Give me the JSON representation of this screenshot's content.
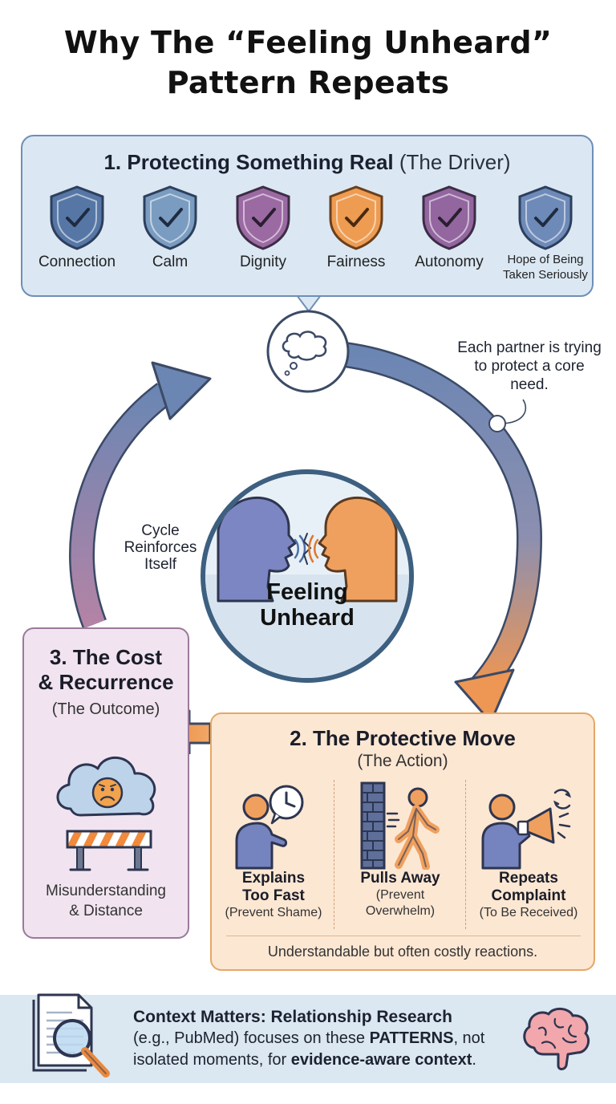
{
  "title": {
    "line1": "Why The “Feeling Unheard”",
    "line2": "Pattern Repeats"
  },
  "driver": {
    "heading": "1. Protecting Something Real",
    "heading_paren": "(The Driver)",
    "needs": [
      {
        "label": "Connection",
        "color": "#5677a6"
      },
      {
        "label": "Calm",
        "color": "#7a9cc0"
      },
      {
        "label": "Dignity",
        "color": "#9b6aa3"
      },
      {
        "label": "Fairness",
        "color": "#ee9c52"
      },
      {
        "label": "Autonomy",
        "color": "#9366a0"
      },
      {
        "label": "Hope of Being Taken Seriously",
        "color": "#6e8ab8"
      }
    ]
  },
  "cycle": {
    "center_line1": "Feeling",
    "center_line2": "Unheard",
    "note_right": "Each partner is trying to protect a core need.",
    "note_left": "Cycle Reinforces Itself",
    "colors": {
      "blue": "#6c86b3",
      "orange": "#ee9653",
      "purple": "#b483a5"
    }
  },
  "outcome": {
    "heading_line1": "3. The Cost",
    "heading_line2": "& Recurrence",
    "sub": "(The Outcome)",
    "caption_line1": "Misunderstanding",
    "caption_line2": "& Distance"
  },
  "action": {
    "heading": "2. The Protective Move",
    "sub": "(The Action)",
    "moves": [
      {
        "name_line1": "Explains",
        "name_line2": "Too Fast",
        "note_line1": "(Prevent Shame)",
        "note_line2": ""
      },
      {
        "name_line1": "Pulls Away",
        "name_line2": "",
        "note_line1": "(Prevent",
        "note_line2": "Overwhelm)"
      },
      {
        "name_line1": "Repeats",
        "name_line2": "Complaint",
        "note_line1": "(To Be Received)",
        "note_line2": ""
      }
    ],
    "caption": "Understandable but often costly reactions."
  },
  "footer": {
    "heading": "Context Matters: Relationship Research",
    "text_a": "(e.g., PubMed) focuses on these ",
    "bold_a": "PATTERNS",
    "text_b": ", not isolated moments, for ",
    "bold_b": "evidence-aware context",
    "text_c": "."
  }
}
